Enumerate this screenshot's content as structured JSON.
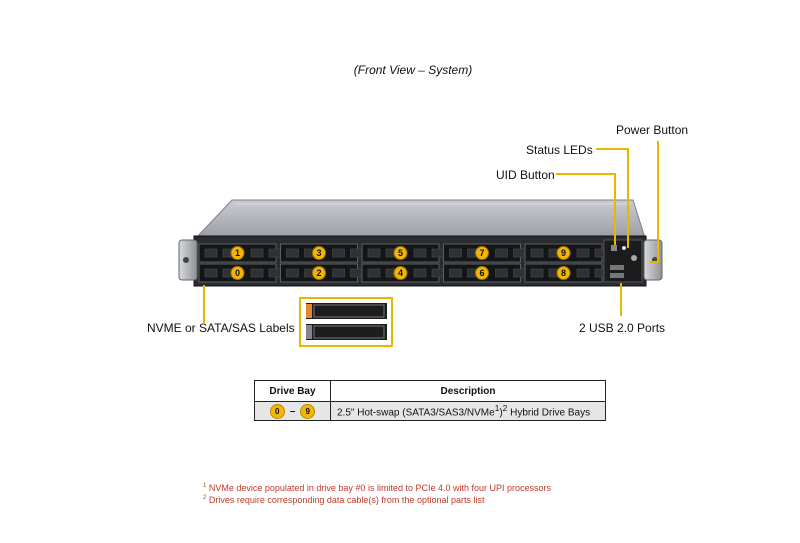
{
  "title": "(Front View – System)",
  "callouts": {
    "power_button": "Power Button",
    "status_leds": "Status LEDs",
    "uid_button": "UID Button",
    "drive_labels": "NVME or SATA/SAS Labels",
    "usb_ports": "2 USB 2.0 Ports"
  },
  "drive_bays": {
    "top_row": [
      "1",
      "3",
      "5",
      "7",
      "9"
    ],
    "bottom_row": [
      "0",
      "2",
      "4",
      "6",
      "8"
    ]
  },
  "legend": {
    "header_bay": "Drive Bay",
    "header_desc": "Description",
    "row": {
      "bay_from": "0",
      "dash": "–",
      "bay_to": "9",
      "desc_part1": "2.5\" Hot-swap (SATA3/SAS3/NVMe",
      "desc_sup1": "1",
      "desc_part2": ")",
      "desc_sup2": "2",
      "desc_part3": " Hybrid Drive  Bays"
    }
  },
  "footnotes": [
    {
      "mark": "1",
      "text": " NVMe device  populated  in drive  bay #0 is limited to PCIe 4.0 with four UPI processors"
    },
    {
      "mark": "2",
      "text": " Drives  require  corresponding  data cable(s)  from the optional parts list"
    }
  ],
  "colors": {
    "callout_line": "#e6b800",
    "bay_badge": "#f2b705",
    "footnote": "#c0392b"
  }
}
